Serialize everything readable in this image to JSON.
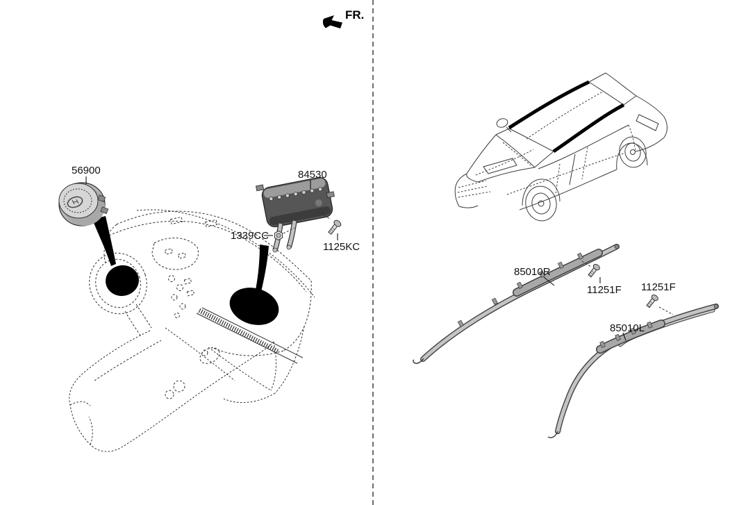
{
  "diagram": {
    "fr_label": "FR.",
    "labels": {
      "driver_airbag_module": "56900",
      "passenger_airbag_module": "84530",
      "mounting_nut": "1339CC",
      "passenger_airbag_bolt": "1125KC",
      "curtain_airbag_right": "85010R",
      "curtain_right_bolt": "11251F",
      "curtain_left_bolt": "11251F",
      "curtain_airbag_left": "85010L"
    },
    "colors": {
      "background": "#ffffff",
      "line_art": "#2f2f2f",
      "part_gray": "#c4c4c4",
      "part_dark_gray": "#565656",
      "highlight_black": "#000000"
    }
  }
}
